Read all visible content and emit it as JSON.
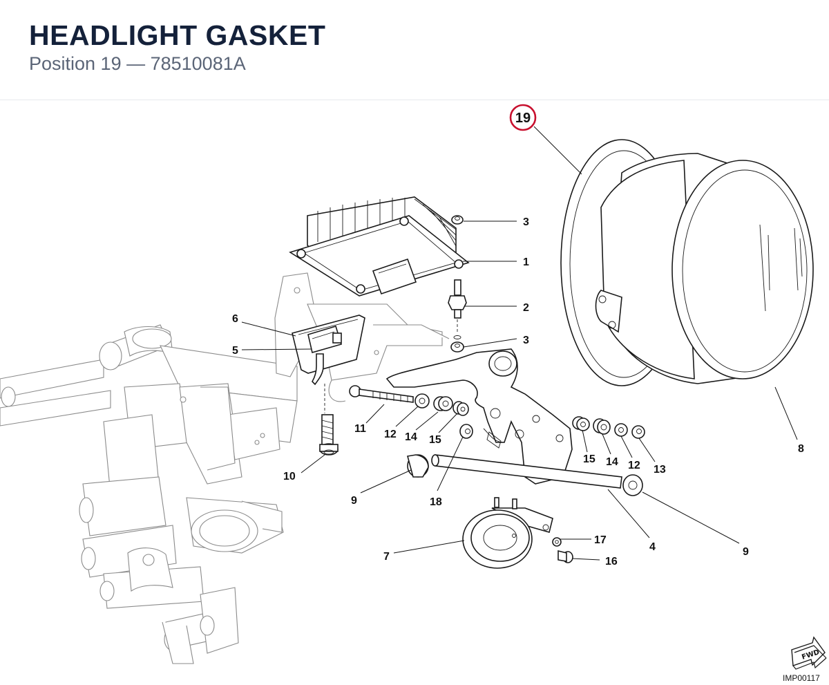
{
  "header": {
    "title": "HEADLIGHT GASKET",
    "subtitle": "Position 19 — 78510081A"
  },
  "highlight": {
    "label": "19",
    "color": "#c8102e"
  },
  "callouts": [
    {
      "id": "c3a",
      "text": "3"
    },
    {
      "id": "c1",
      "text": "1"
    },
    {
      "id": "c2",
      "text": "2"
    },
    {
      "id": "c3b",
      "text": "3"
    },
    {
      "id": "c6",
      "text": "6"
    },
    {
      "id": "c5",
      "text": "5"
    },
    {
      "id": "c8",
      "text": "8"
    },
    {
      "id": "c11",
      "text": "11"
    },
    {
      "id": "c12a",
      "text": "12"
    },
    {
      "id": "c14a",
      "text": "14"
    },
    {
      "id": "c15a",
      "text": "15"
    },
    {
      "id": "c15b",
      "text": "15"
    },
    {
      "id": "c14b",
      "text": "14"
    },
    {
      "id": "c12b",
      "text": "12"
    },
    {
      "id": "c13",
      "text": "13"
    },
    {
      "id": "c10",
      "text": "10"
    },
    {
      "id": "c9a",
      "text": "9"
    },
    {
      "id": "c18",
      "text": "18"
    },
    {
      "id": "c4",
      "text": "4"
    },
    {
      "id": "c9b",
      "text": "9"
    },
    {
      "id": "c17",
      "text": "17"
    },
    {
      "id": "c7",
      "text": "7"
    },
    {
      "id": "c16",
      "text": "16"
    }
  ],
  "fwd_badge": "FWD",
  "image_ref": "IMP00117"
}
